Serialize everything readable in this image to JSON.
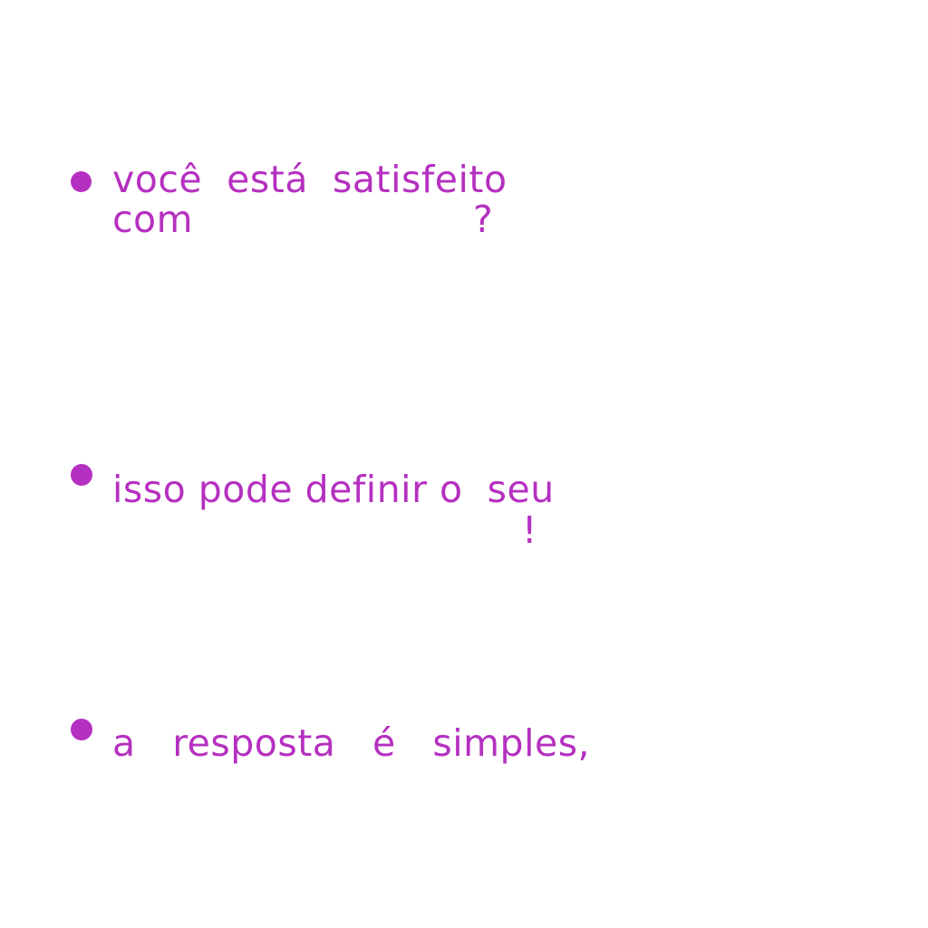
{
  "accent_color": "#b530c0",
  "items": [
    {
      "bullet_icon": "filled-circle",
      "line1": "você  está  satisfeito",
      "line2_word": "com",
      "line2_mark": "?"
    },
    {
      "bullet_icon": "filled-circle",
      "line1": "isso pode definir o  seu",
      "line2_mark": "!"
    },
    {
      "bullet_icon": "filled-circle",
      "line1": "a   resposta   é   simples,"
    }
  ]
}
